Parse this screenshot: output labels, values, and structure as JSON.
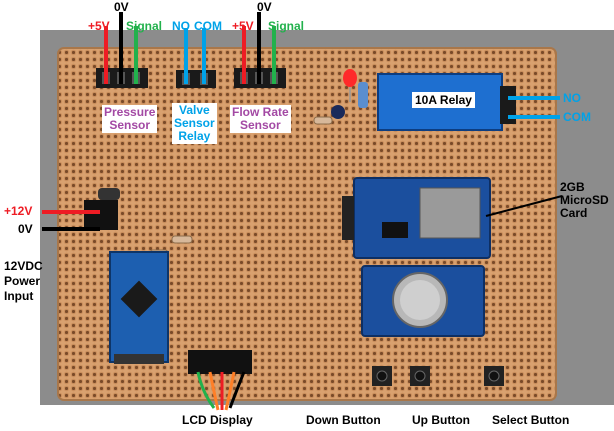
{
  "colors": {
    "red": "#ee1c24",
    "black": "#000000",
    "green": "#22b14c",
    "blue": "#00a2e8",
    "purple": "#a349a4",
    "board": "#d8a070",
    "relay_blue": "#1e6fd0"
  },
  "connectors": {
    "pressure": {
      "v5": "+5V",
      "gnd": "0V",
      "signal": "Signal"
    },
    "valve": {
      "no": "NO",
      "com": "COM"
    },
    "flow": {
      "v5": "+5V",
      "gnd": "0V",
      "signal": "Signal"
    }
  },
  "sensor_labels": {
    "pressure": [
      "Pressure",
      "Sensor"
    ],
    "valve": [
      "Valve",
      "Sensor",
      "Relay"
    ],
    "flow": [
      "Flow Rate",
      "Sensor"
    ]
  },
  "relay": {
    "title": "10A Relay",
    "no": "NO",
    "com": "COM"
  },
  "sd_card": [
    "2GB",
    "MicroSD",
    "Card"
  ],
  "power": {
    "v12": "+12V",
    "gnd": "0V",
    "title": [
      "12VDC",
      "Power",
      "Input"
    ]
  },
  "lcd_display": "LCD Display",
  "buttons": {
    "down": "Down Button",
    "up": "Up Button",
    "select": "Select Button"
  }
}
